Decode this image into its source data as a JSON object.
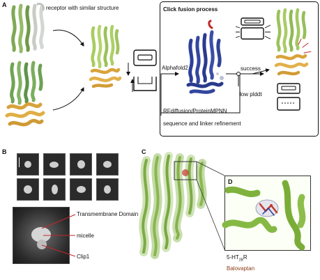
{
  "panels": {
    "a": "A",
    "b": "B",
    "c": "C",
    "d": "D"
  },
  "panel_a": {
    "receptor_label": "receptor with similar structure",
    "box_title": "Click fusion process",
    "alphafold": "Alphafold2",
    "success": "success",
    "low_plddt": "low plddt",
    "rfdiffusion": "RFdiffusion/ProteinMPNN",
    "refinement": "sequence and linker refinement"
  },
  "panel_b": {
    "transmembrane": "Transmembrane Domain",
    "micelle": "micelle",
    "clip1": "Clip1"
  },
  "panel_d": {
    "receptor": "5-HT",
    "receptor_sub": "2B",
    "receptor_suffix": "R",
    "ligand": "Balovaptan"
  },
  "colors": {
    "receptor_green": "#9bc25a",
    "dark_green": "#5a8a3a",
    "clip_orange": "#d9a23a",
    "design_blue": "#2c3f9a",
    "callout_red": "#c0282d",
    "ligand_red": "#c0392b"
  }
}
